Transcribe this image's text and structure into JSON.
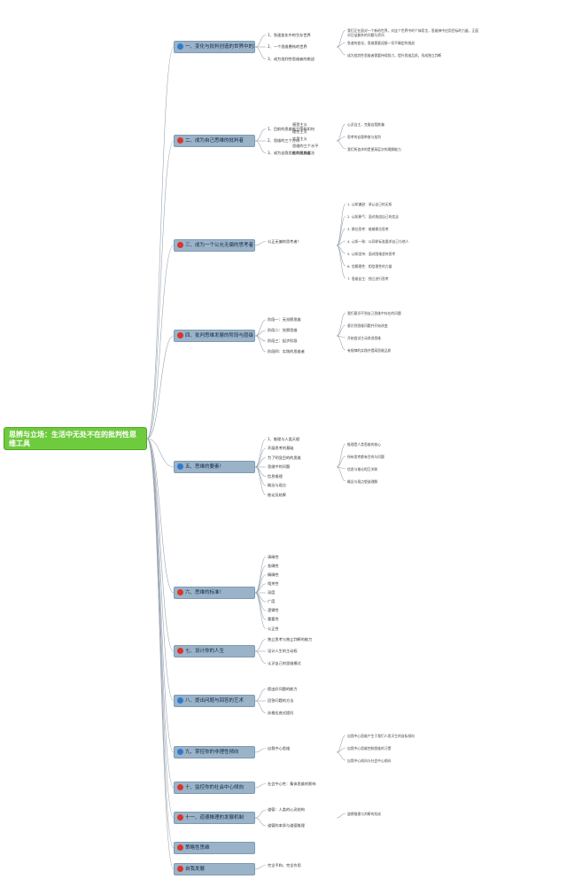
{
  "root": "思辨与立场：生活中无处不在的批判性思维工具",
  "topics": [
    {
      "label": "一、变化与批判创造的世界中的思维",
      "icon": "#2f7ad1",
      "children": [
        "1、急速变化中的生存世界",
        "2、一个思维愚钝的世界",
        "3、成为批判性思维者的挑战"
      ],
      "notes": [
        "我们正在面对一个新的世界，对这个世界中的个体而言，思维神中应用目标的力量，正面对日益复杂的问题与资讯",
        "急速的变化，思维需要迎接一切不确定的挑战",
        "成为批判性思维者需要持续努力，提升思维品质，形成独立判断"
      ]
    },
    {
      "label": "二、成为自己思维的批判者",
      "icon": "#d9352b",
      "children": [
        "1、目前的思维能力等级如何",
        "2、思维的三个方向",
        "3、成为自我思维的批判者"
      ],
      "notes": [
        "心灵自主，克服自我欺骗",
        "思考的自我审查与批判",
        "我们所追求的是更高层次的理解能力"
      ],
      "subs": [
        "感受主义",
        "理性主义",
        "实用主义",
        "思维的三个水平",
        "批判思维层次"
      ]
    },
    {
      "label": "三、成为一个公允无偏的思考者",
      "icon": "#d9352b",
      "children": [
        "公正无偏的思考者！"
      ],
      "notes": [
        "1. 认知谦逊：承认自己的无知",
        "2. 认知勇气：面对挑战自己的信念",
        "3. 换位思考：能够换位思考",
        "4. 认知一致：以同样标准要求自己与他人",
        "5. 认知坚持：面对困难坚持思考",
        "6. 信赖理性：相信理性的力量",
        "7. 思维自主：独立进行思考"
      ]
    },
    {
      "label": "四、批判思维发展的阶段与层级",
      "icon": "#d9352b",
      "children": [
        "阶段一：无觉察思维",
        "阶段二：觉察思维",
        "阶段三：起步阶段",
        "阶段四：实践的思维者"
      ],
      "notes": [
        "我们意识不到自己思维中存在的问题",
        "意识到思维问题并开始改变",
        "开始尝试主动改进思维",
        "有规律的实践并提高思维品质"
      ]
    },
    {
      "label": "五、思维的要素！",
      "icon": "#2f7ad1",
      "children": [
        "1、推理与人类天赋",
        "开展思考的基础",
        "为了明显目的的思维",
        "思维中的问题",
        "信息推理",
        "概念与观点",
        "推论及结果"
      ],
      "notes": [
        "推理是人类思维的核心",
        "所有思考都有目的与问题",
        "信息与推论相互关联",
        "概念与观点塑造理解"
      ]
    },
    {
      "label": "六、思维的标准！",
      "icon": "#d9352b",
      "children": [
        "清晰性",
        "准确性",
        "精确性",
        "相关性",
        "深度",
        "广度",
        "逻辑性",
        "重要性",
        "公正性"
      ],
      "notes": []
    },
    {
      "label": "七、设计你的人生",
      "icon": "#d9352b",
      "children": [
        "独立思考与独立判断的能力",
        "设计人生的主动权",
        "认识自己的思维模式"
      ],
      "notes": []
    },
    {
      "label": "八、提出问题与回答的艺术",
      "icon": "#2f7ad1",
      "children": [
        "提出好问题的能力",
        "回答问题的方法",
        "苏格拉底式提问"
      ],
      "notes": []
    },
    {
      "label": "九、掌控你的非理性倾向",
      "icon": "#2f7ad1",
      "children": [
        "自我中心思维"
      ],
      "notes": [
        "自我中心思维产生于我们人类天生的自私倾向",
        "自我中心思维控制思维的习惯",
        "自我中心倾向与社会中心倾向"
      ]
    },
    {
      "label": "十、监控你的社会中心倾向",
      "icon": "#d9352b",
      "children": [
        "社会中心性：集体思维的影响"
      ],
      "notes": []
    },
    {
      "label": "十一、道德推理的发展机制",
      "icon": "#d9352b",
      "children": [
        "道德：人类的心灵结构",
        "道德的本质与道德推理"
      ],
      "notes": [
        "道德推理与判断的形成"
      ]
    },
    {
      "label": "策略性思维",
      "icon": "#d9352b",
      "children": [],
      "notes": []
    },
    {
      "label": "自我发展",
      "icon": "#d9352b",
      "children": [
        "完全平和，完全作用"
      ],
      "notes": []
    }
  ],
  "colors": {
    "root": "#6fcb3e",
    "topic": "#9bb3c8",
    "line": "#9aa6b2"
  }
}
